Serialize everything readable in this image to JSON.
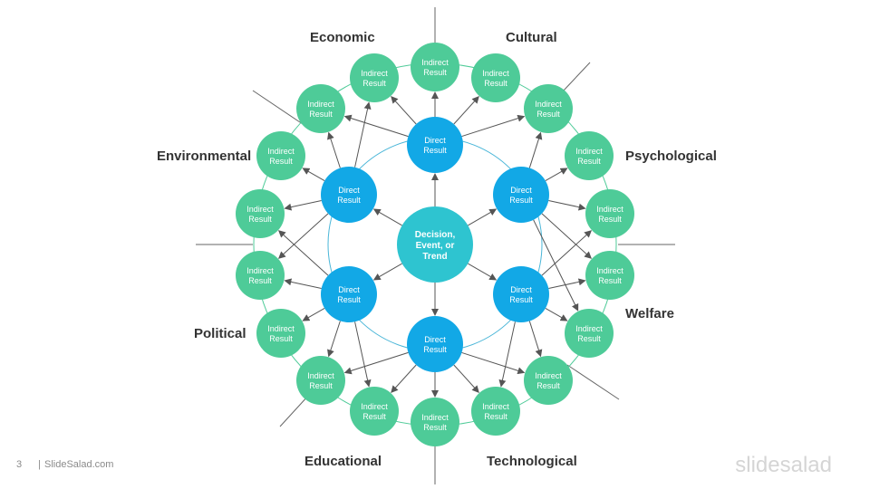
{
  "slide": {
    "page_number": "3",
    "separator": "|",
    "site": "SlideSalad.com",
    "brand": "slidesalad"
  },
  "center": {
    "lines": [
      "Decision,",
      "Event, or",
      "Trend"
    ]
  },
  "direct": {
    "lines": [
      "Direct",
      "Result"
    ]
  },
  "indirect": {
    "lines": [
      "Indirect",
      "Result"
    ]
  },
  "categories": [
    "Economic",
    "Cultural",
    "Psychological",
    "Welfare",
    "Technological",
    "Educational",
    "Political",
    "Environmental"
  ],
  "colors": {
    "center": "#2ec4d0",
    "direct": "#12a8e6",
    "indirect": "#4ecb98",
    "arrow": "#555555",
    "ring": "#4ab6d8",
    "divider": "#666666"
  }
}
